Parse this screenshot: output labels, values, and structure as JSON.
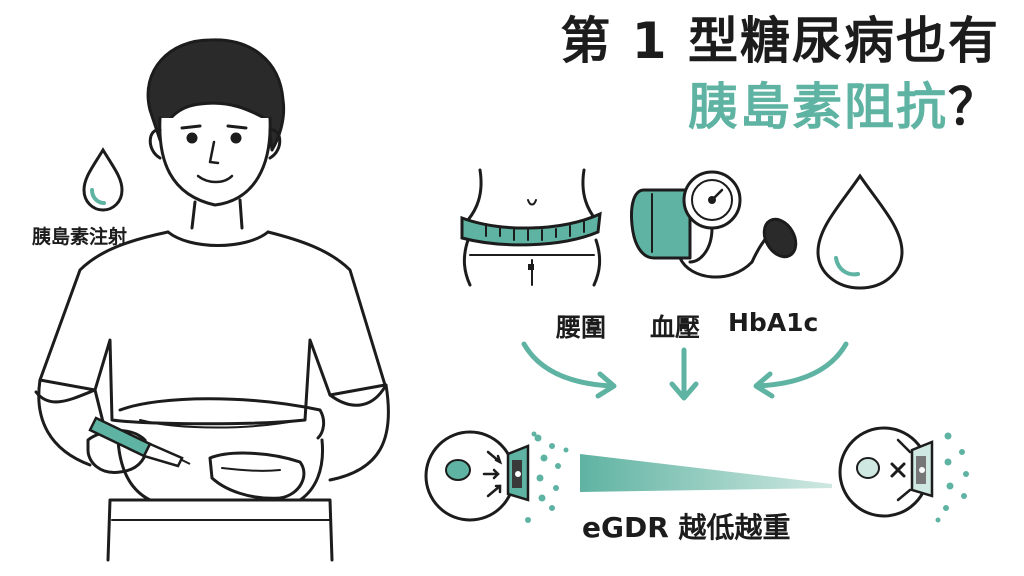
{
  "title": {
    "line1": "第 1 型糖尿病也有",
    "line2_accent": "胰島素阻抗",
    "line2_end": "？"
  },
  "person": {
    "injection_label": "胰島素注射"
  },
  "metrics": {
    "waist": "腰圍",
    "blood_pressure": "血壓",
    "hba1c": "HbA1c"
  },
  "egdr": {
    "label": "eGDR 越低越重"
  },
  "colors": {
    "accent": "#5fb3a2",
    "line": "#1c1c1c",
    "pale": "#cfe8e1"
  },
  "icons": [
    "insulin-drop-icon",
    "measuring-tape-icon",
    "blood-pressure-cuff-icon",
    "blood-drop-icon",
    "cell-icon",
    "receptor-icon"
  ]
}
